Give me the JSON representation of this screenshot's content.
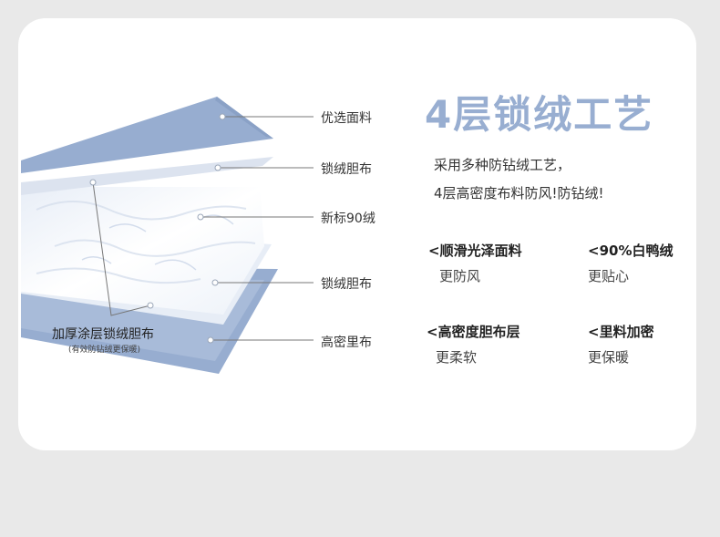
{
  "layers": [
    {
      "label": "优选面料"
    },
    {
      "label": "锁绒胆布"
    },
    {
      "label": "新标90绒"
    },
    {
      "label": "锁绒胆布"
    },
    {
      "label": "高密里布"
    }
  ],
  "left_note": {
    "title": "加厚涂层锁绒胆布",
    "subtitle": "(有效防钻绒更保暖)"
  },
  "heading": "4层锁绒工艺",
  "description": [
    "采用多种防钻绒工艺，",
    "4层高密度布料防风!防钻绒!"
  ],
  "features": [
    {
      "title": "<顺滑光泽面料",
      "subtitle": "更防风"
    },
    {
      "title": "<90%白鸭绒",
      "subtitle": "更贴心"
    },
    {
      "title": "<高密度胆布层",
      "subtitle": "更柔软"
    },
    {
      "title": "<里料加密",
      "subtitle": "更保暖"
    }
  ],
  "colors": {
    "background": "#e9e9e9",
    "card": "#ffffff",
    "accent_blue": "#98aed1",
    "fabric_blue": "#97add0",
    "fabric_light": "#dce3ef"
  }
}
